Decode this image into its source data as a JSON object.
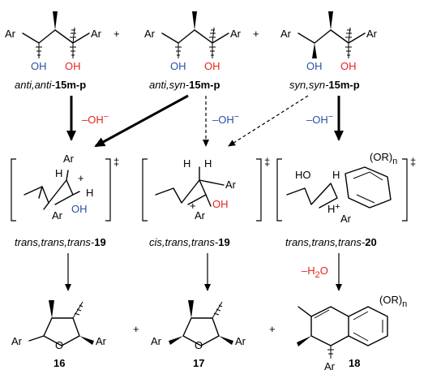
{
  "labels": {
    "ar": "Ar",
    "oh": "OH",
    "h": "H",
    "plus": "+",
    "plus_charge": "+",
    "dagger": "‡",
    "or_n": "(OR)",
    "n_sub": "n",
    "ho": "HO",
    "h_plus": "H"
  },
  "reagents": {
    "hydroxide_left": "–OH",
    "hydroxide_mid": "–OH",
    "hydroxide_right": "–OH",
    "minus": "−",
    "water": "–H",
    "water_sub": "2",
    "water_o": "O"
  },
  "captions": {
    "c1_prefix": "anti,anti-",
    "c1_num": "15m-p",
    "c2_prefix": "anti,syn-",
    "c2_num": "15m-p",
    "c3_prefix": "syn,syn-",
    "c3_num": "15m-p",
    "c4_prefix": "trans,trans,trans-",
    "c4_num": "19",
    "c5_prefix": "cis,trans,trans-",
    "c5_num": "19",
    "c6_prefix": "trans,trans,trans-",
    "c6_num": "20"
  },
  "products": {
    "p1": "16",
    "p2": "17",
    "p3": "18"
  },
  "colors": {
    "red": "#e8231d",
    "blue": "#2b4fa8"
  }
}
